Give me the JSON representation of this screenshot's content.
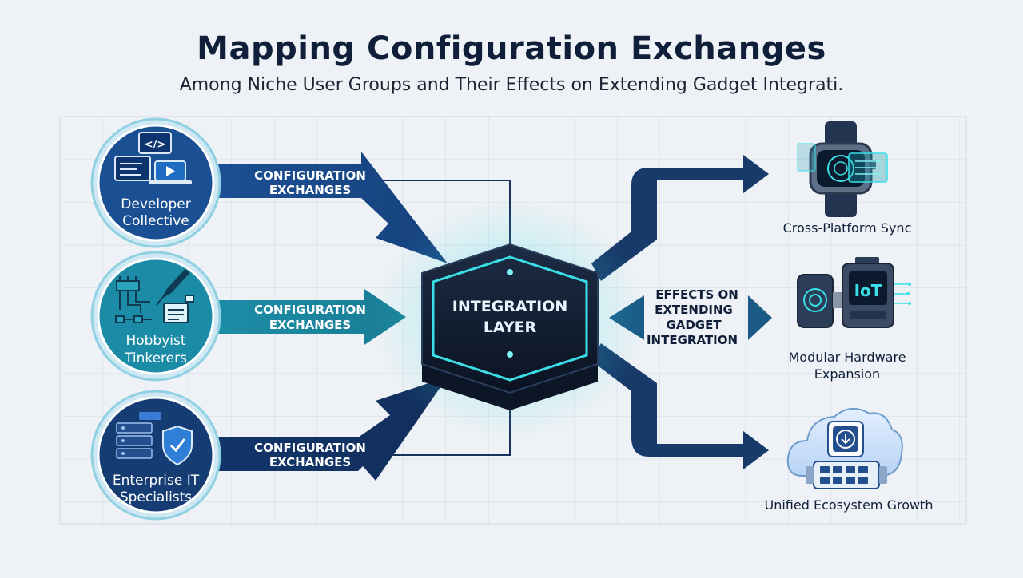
{
  "title": "Mapping Configuration Exchanges",
  "subtitle": "Among Niche User Groups and Their Effects on Extending Gadget Integrati.",
  "groups": [
    {
      "line1": "Developer",
      "line2": "Collective",
      "icon": "code-laptop-icon",
      "color": "#1b4f93"
    },
    {
      "line1": "Hobbyist",
      "line2": "Tinkerers",
      "icon": "soldering-circuit-icon",
      "color": "#1c8ca6"
    },
    {
      "line1": "Enterprise IT",
      "line2": "Specialists",
      "icon": "server-shield-icon",
      "color": "#163d73"
    }
  ],
  "exchange_label_line1": "CONFIGURATION",
  "exchange_label_line2": "EXCHANGES",
  "hub": {
    "line1": "INTEGRATION",
    "line2": "LAYER"
  },
  "effects_label": [
    "EFFECTS ON",
    "EXTENDING",
    "GADGET",
    "INTEGRATION"
  ],
  "outcomes": [
    {
      "line1": "Cross-Platform Sync",
      "line2": "",
      "icon": "smartwatch-icon"
    },
    {
      "line1": "Modular Hardware",
      "line2": "Expansion",
      "icon": "iot-module-icon"
    },
    {
      "line1": "Unified Ecosystem Growth",
      "line2": "",
      "icon": "cloud-device-icon"
    }
  ],
  "colors": {
    "navy": "#0f2b52",
    "teal": "#1d8fa8",
    "blue": "#1b4f93",
    "glow": "#39e0e8",
    "hub_dark": "#101a2c"
  }
}
